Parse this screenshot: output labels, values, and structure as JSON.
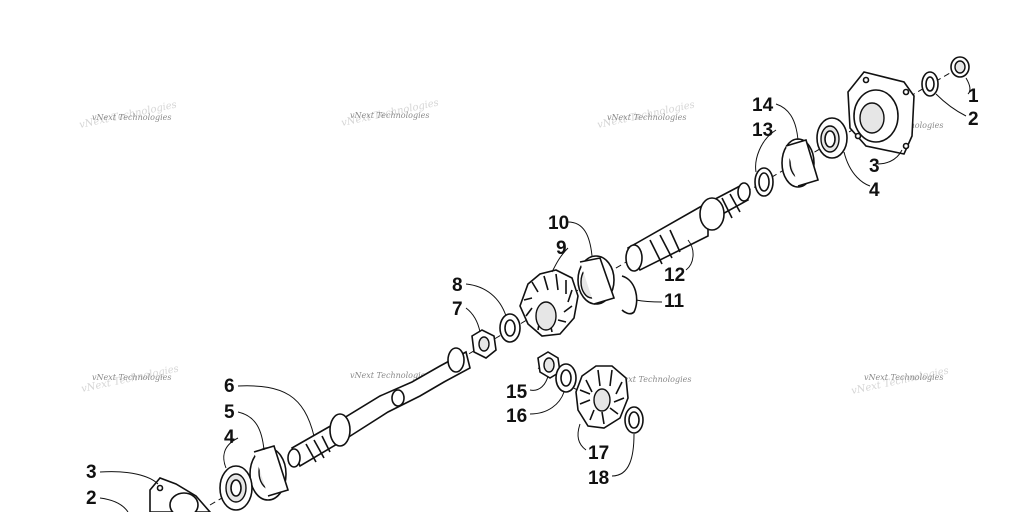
{
  "watermark": {
    "text": "vNext Technologies"
  },
  "callouts": [
    {
      "id": "1",
      "label": "1"
    },
    {
      "id": "2",
      "label": "2"
    },
    {
      "id": "3",
      "label": "3"
    },
    {
      "id": "4",
      "label": "4"
    },
    {
      "id": "5",
      "label": "5"
    },
    {
      "id": "6",
      "label": "6"
    },
    {
      "id": "7",
      "label": "7"
    },
    {
      "id": "8",
      "label": "8"
    },
    {
      "id": "9",
      "label": "9"
    },
    {
      "id": "10",
      "label": "10"
    },
    {
      "id": "11",
      "label": "11"
    },
    {
      "id": "12",
      "label": "12"
    },
    {
      "id": "13",
      "label": "13"
    },
    {
      "id": "14",
      "label": "14"
    },
    {
      "id": "15",
      "label": "15"
    },
    {
      "id": "16",
      "label": "16"
    },
    {
      "id": "17",
      "label": "17"
    },
    {
      "id": "18",
      "label": "18"
    },
    {
      "id": "3b",
      "label": "3"
    },
    {
      "id": "2b",
      "label": "2"
    },
    {
      "id": "4b",
      "label": "4"
    }
  ]
}
